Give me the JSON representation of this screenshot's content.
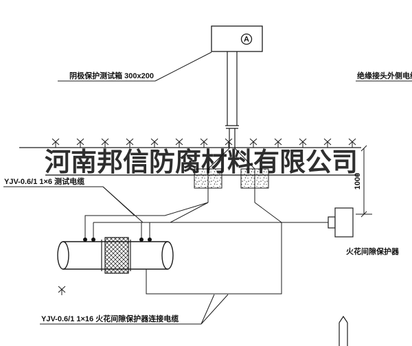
{
  "watermark": {
    "text": "河南邦信防腐材料有限公司"
  },
  "annotations": {
    "test_box_label": "阴极保护测试箱 300x200",
    "top_right_label": "绝缘接头外侧电缆",
    "test_cable_label": "YJV-0.6/1 1×6  测试电缆",
    "spark_gap_label": "火花间隙保护器",
    "bottom_cable_label": "YJV-0.6/1 1×16  火花间隙保护器连接电缆",
    "dimension_value": "1000",
    "meter_letter": "A"
  },
  "colors": {
    "line": "#1a1a1a",
    "background": "#ffffff"
  }
}
